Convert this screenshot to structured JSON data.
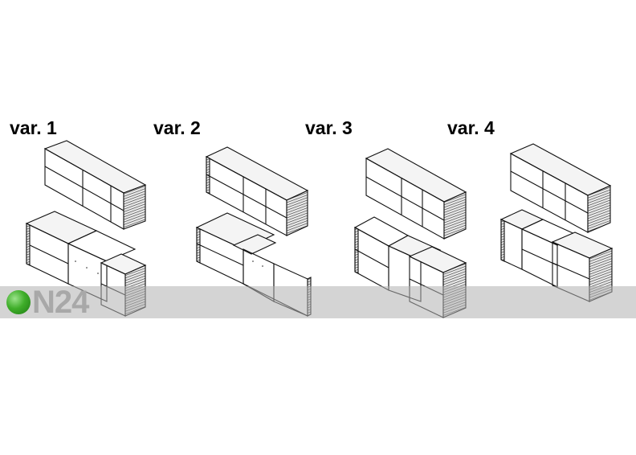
{
  "variants": [
    {
      "id": "var1",
      "label": "var. 1"
    },
    {
      "id": "var2",
      "label": "var. 2"
    },
    {
      "id": "var3",
      "label": "var. 3"
    },
    {
      "id": "var4",
      "label": "var. 4"
    }
  ],
  "watermark": {
    "brand_text": "N24",
    "icon": "green-circle-icon"
  },
  "colors": {
    "ink": "#000000",
    "band": "#b0b0b0",
    "logo_green": "#3fae2a",
    "logo_text": "#a8a8a8"
  }
}
